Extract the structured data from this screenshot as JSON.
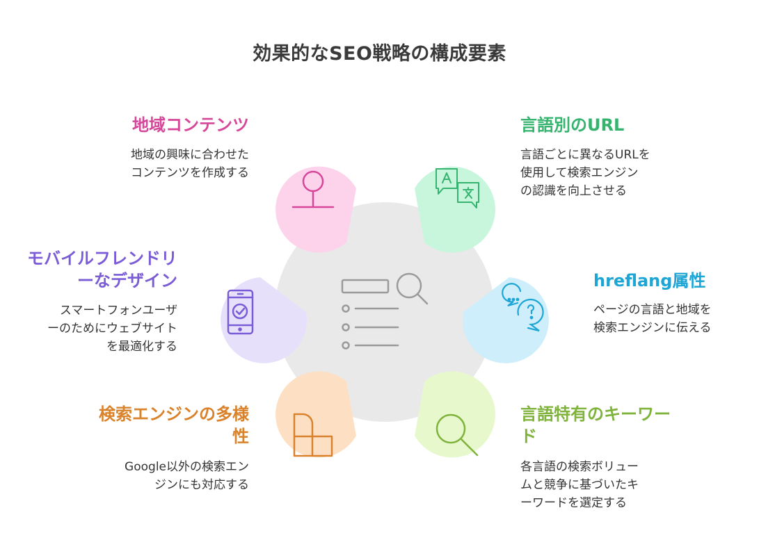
{
  "title": "効果的なSEO戦略の構成要素",
  "items": [
    {
      "label": "地域コンテンツ",
      "desc": "地域の興味に合わせた\nコンテンツを作成する",
      "color": "#d6479a",
      "fill": "#fdd3ec",
      "icon": "map-pin-icon"
    },
    {
      "label": "言語別のURL",
      "desc": "言語ごとに異なるURLを\n使用して検索エンジン\nの認識を向上させる",
      "color": "#35b36f",
      "fill": "#c7f6dd",
      "icon": "translate-icon"
    },
    {
      "label": "hreflang属性",
      "desc": "ページの言語と地域を\n検索エンジンに伝える",
      "color": "#1da5d6",
      "fill": "#cdeefa",
      "icon": "chat-question-icon"
    },
    {
      "label": "言語特有のキーワード",
      "desc": "各言語の検索ボリュー\nムと競争に基づいたキ\nーワードを選定する",
      "color": "#7fb33c",
      "fill": "#e7f8cc",
      "icon": "magnifier-icon"
    },
    {
      "label": "検索エンジンの多様性",
      "desc": "Google以外の検索エン\nジンにも対応する",
      "color": "#d9822b",
      "fill": "#fde0c4",
      "icon": "layout-icon"
    },
    {
      "label": "モバイルフレンドリーなデザイン",
      "desc": "スマートフォンユーザ\nーのためにウェブサイト\nを最適化する",
      "color": "#7a5cd6",
      "fill": "#e7e0fb",
      "icon": "smartphone-icon"
    }
  ]
}
